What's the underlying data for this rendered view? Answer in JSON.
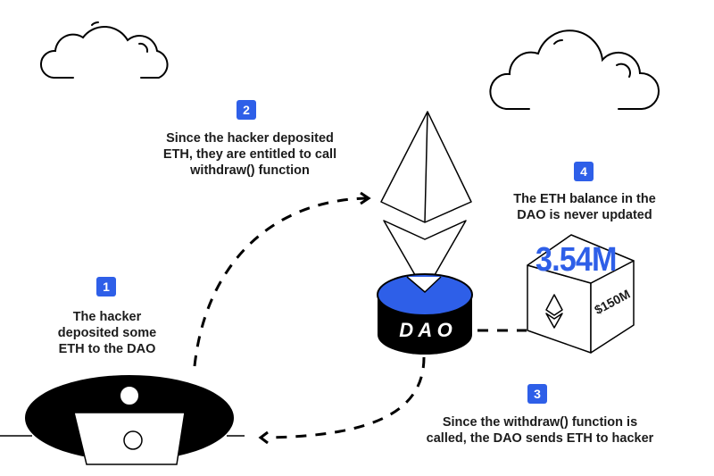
{
  "title": "DAO reentrancy attack flow",
  "colors": {
    "accent": "#2e5fe8",
    "ink": "#000000",
    "paper": "#ffffff"
  },
  "steps": [
    {
      "number": "1",
      "text_lines": [
        "The hacker",
        "deposited some",
        "ETH to the DAO"
      ]
    },
    {
      "number": "2",
      "text_lines": [
        "Since the hacker deposited",
        "ETH, they are entitled to call",
        "withdraw() function"
      ]
    },
    {
      "number": "3",
      "text_lines": [
        "Since the withdraw() function is",
        "called, the DAO sends ETH to hacker"
      ]
    },
    {
      "number": "4",
      "text_lines": [
        "The ETH balance in the",
        "DAO is never updated"
      ]
    }
  ],
  "dao": {
    "label": "D A O"
  },
  "box": {
    "eth_amount": "3.54M",
    "usd_value": "$150M"
  },
  "icons": [
    "cloud-icon",
    "cloud-icon",
    "ethereum-logo-icon",
    "dao-cylinder-icon",
    "treasure-box-icon",
    "hacker-laptop-icon",
    "dashed-arrow-icon"
  ]
}
